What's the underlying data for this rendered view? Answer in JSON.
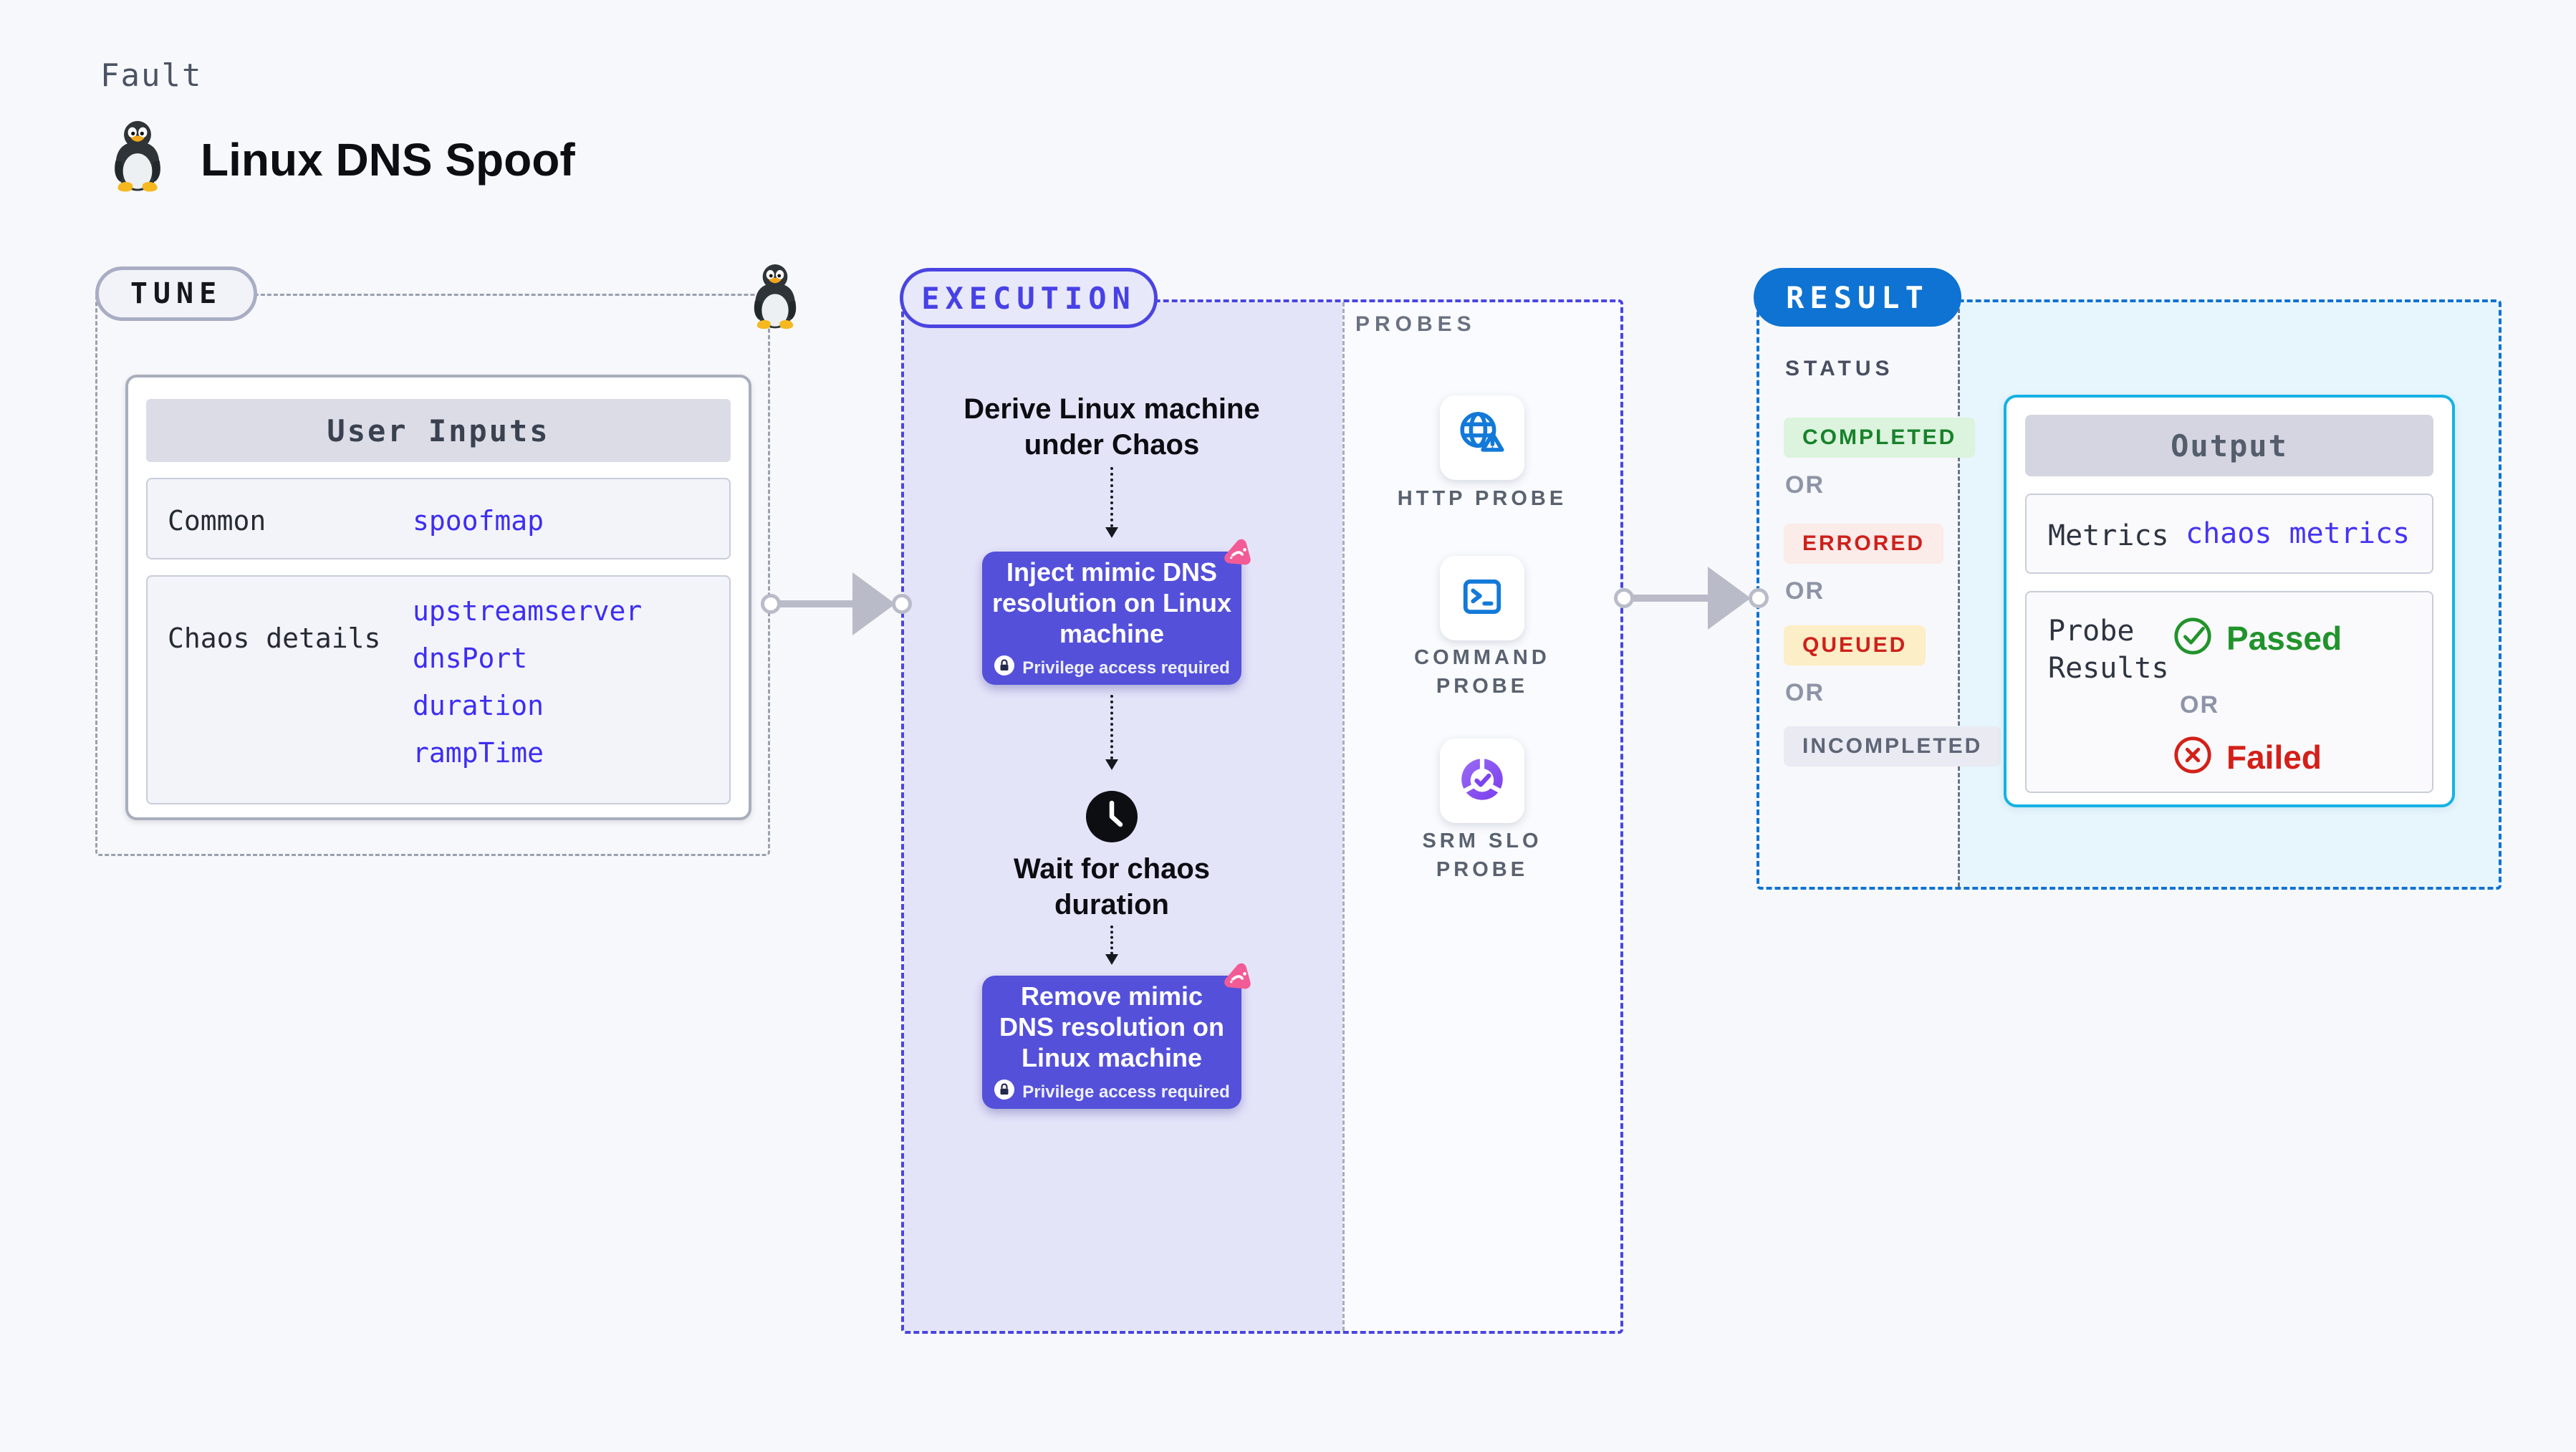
{
  "header": {
    "kind": "Fault",
    "title": "Linux DNS Spoof",
    "title_icon": "tux-penguin-icon"
  },
  "tune": {
    "badge": "TUNE",
    "corner_icon": "tux-penguin-icon",
    "user_inputs": {
      "title": "User Inputs",
      "rows": [
        {
          "label": "Common",
          "values": [
            "spoofmap"
          ]
        },
        {
          "label": "Chaos details",
          "values": [
            "upstreamserver",
            "dnsPort",
            "duration",
            "rampTime"
          ]
        }
      ]
    }
  },
  "execution": {
    "badge": "EXECUTION",
    "derive_label": "Derive Linux machine under Chaos",
    "inject_node": {
      "label": "Inject mimic DNS resolution on Linux machine",
      "note": "Privilege access required",
      "icon": "litmus-chaos-icon"
    },
    "wait_label": "Wait for chaos duration",
    "wait_icon": "clock-icon",
    "remove_node": {
      "label": "Remove mimic DNS resolution on Linux machine",
      "note": "Privilege access required",
      "icon": "litmus-chaos-icon"
    }
  },
  "probes": {
    "heading": "PROBES",
    "items": [
      {
        "label": "HTTP PROBE",
        "icon": "globe-alert-icon"
      },
      {
        "label": "COMMAND PROBE",
        "icon": "terminal-icon"
      },
      {
        "label": "SRM SLO PROBE",
        "icon": "slo-donut-check-icon"
      }
    ]
  },
  "result": {
    "badge": "RESULT",
    "status_heading": "STATUS",
    "or_label": "OR",
    "statuses": [
      {
        "label": "COMPLETED",
        "bg": "#dcf3dd",
        "color": "#17822b"
      },
      {
        "label": "ERRORED",
        "bg": "#fbebe9",
        "color": "#cd211c"
      },
      {
        "label": "QUEUED",
        "bg": "#fceec6",
        "color": "#cd211c"
      },
      {
        "label": "INCOMPLETED",
        "bg": "#e9eaf2",
        "color": "#5e6576"
      }
    ],
    "output": {
      "title": "Output",
      "metrics_label": "Metrics",
      "metrics_value": "chaos metrics",
      "probe_results_label": "Probe Results",
      "passed_label": "Passed",
      "failed_label": "Failed"
    }
  },
  "colors": {
    "page_bg": "#f7f8fb",
    "tune_border": "#9aa0ad",
    "execution_accent": "#4a45e1",
    "execution_fill": "#e4e4f9",
    "node_fill": "#5450da",
    "value_blue": "#3e2df2",
    "result_accent": "#0e73d2",
    "result_fill": "#e7f5fc",
    "output_border": "#14b2e4",
    "probe_icon_blue": "#1379d8",
    "srm_icon_purple": "#8a55f2",
    "chaos_pink": "#f25b95",
    "passed_green": "#21932c",
    "failed_red": "#d32018",
    "arrow_grey": "#b9bcc8"
  }
}
